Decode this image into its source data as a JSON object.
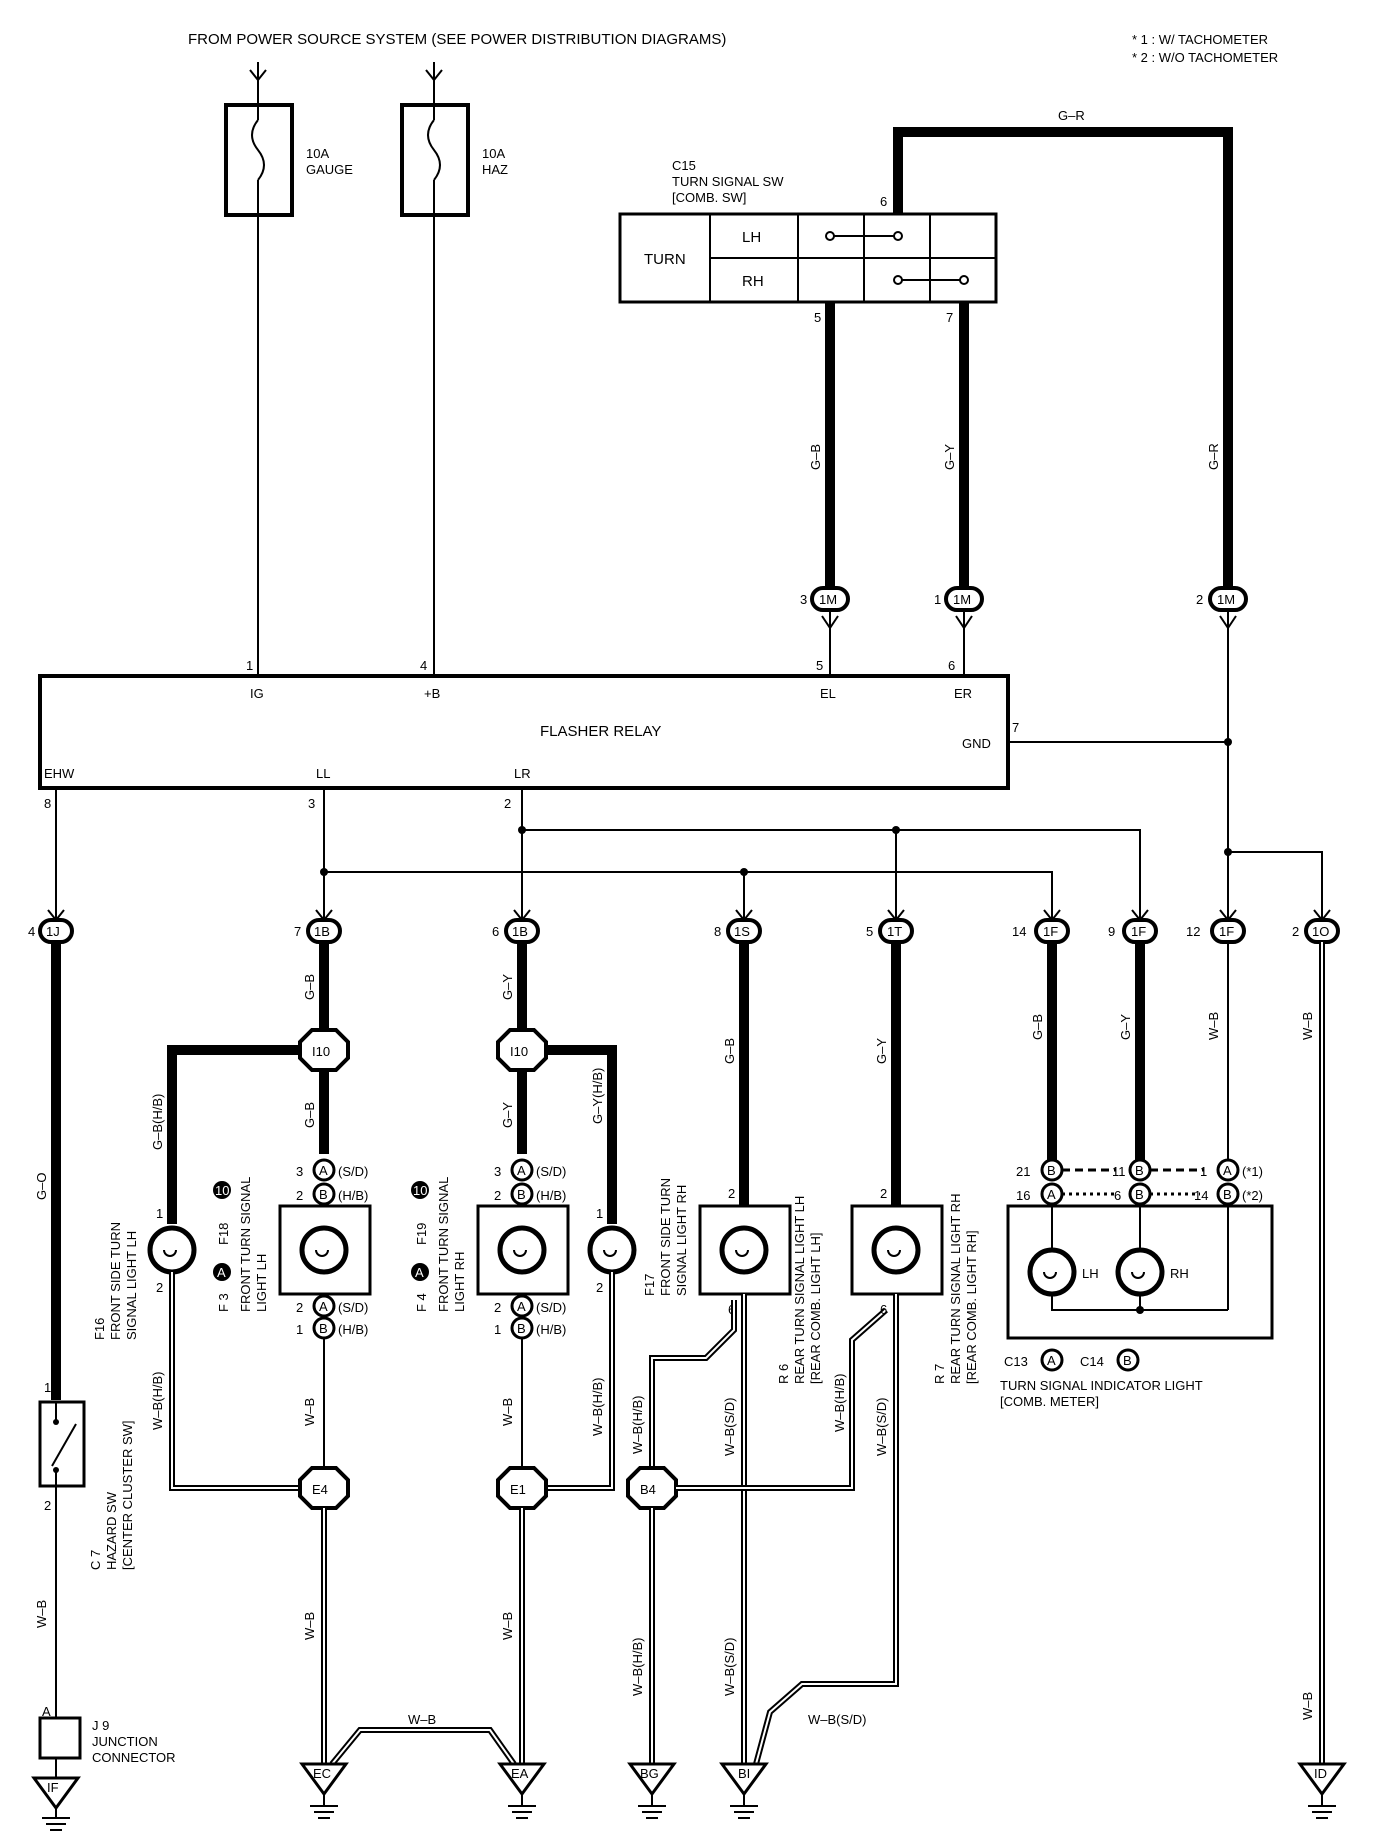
{
  "header": {
    "power_source": "FROM POWER SOURCE SYSTEM (SEE POWER DISTRIBUTION DIAGRAMS)",
    "note1": "* 1 : W/ TACHOMETER",
    "note2": "* 2 : W/O TACHOMETER"
  },
  "fuses": [
    {
      "rating": "10A",
      "name": "GAUGE"
    },
    {
      "rating": "10A",
      "name": "HAZ"
    }
  ],
  "turn_switch": {
    "code": "C15",
    "name": "TURN SIGNAL SW",
    "sub": "[COMB. SW]",
    "label": "TURN",
    "lh": "LH",
    "rh": "RH",
    "pin_top": "6",
    "pin_left": "5",
    "pin_right": "7"
  },
  "wire_colors": {
    "gr": "G–R",
    "gb": "G–B",
    "gy": "G–Y",
    "wb": "W–B",
    "go": "G–O",
    "gbhb": "G–B(H/B)",
    "gyhb": "G–Y(H/B)",
    "wbhb": "W–B(H/B)",
    "wbsd": "W–B(S/D)"
  },
  "connectors": {
    "m1": "1M",
    "j1": "1J",
    "b1": "1B",
    "s1": "1S",
    "t1": "1T",
    "f1": "1F",
    "o1": "1O",
    "i10": "I10",
    "e4": "E4",
    "e1": "E1",
    "b4": "B4",
    "a": "A",
    "b": "B"
  },
  "pins": {
    "p1": "1",
    "p2": "2",
    "p3": "3",
    "p4": "4",
    "p5": "5",
    "p6": "6",
    "p7": "7",
    "p8": "8",
    "p9": "9",
    "p11": "11",
    "p12": "12",
    "p14": "14",
    "p16": "16",
    "p21": "21"
  },
  "relay": {
    "name": "FLASHER RELAY",
    "ig": "IG",
    "b": "+B",
    "el": "EL",
    "er": "ER",
    "gnd": "GND",
    "ehw": "EHW",
    "ll": "LL",
    "lr": "LR"
  },
  "variants": {
    "sd": "(S/D)",
    "hb": "(H/B)",
    "star1": "(*1)",
    "star2": "(*2)"
  },
  "components": {
    "f16_code": "F16",
    "f16_l1": "FRONT SIDE TURN",
    "f16_l2": "SIGNAL LIGHT LH",
    "f18_code": "F18",
    "f3_code": "F 3",
    "front_lh_l1": "FRONT TURN SIGNAL",
    "front_lh_l2": "LIGHT LH",
    "f19_code": "F19",
    "f4_code": "F 4",
    "front_rh_l1": "FRONT TURN SIGNAL",
    "front_rh_l2": "LIGHT RH",
    "f17_code": "F17",
    "f17_l1": "FRONT SIDE TURN",
    "f17_l2": "SIGNAL LIGHT RH",
    "r6_code": "R 6",
    "r6_l1": "REAR TURN SIGNAL LIGHT LH",
    "r6_l2": "[REAR COMB. LIGHT LH]",
    "r7_code": "R 7",
    "r7_l1": "REAR TURN SIGNAL LIGHT RH",
    "r7_l2": "[REAR COMB. LIGHT RH]",
    "c7_code": "C 7",
    "c7_l1": "HAZARD SW",
    "c7_l2": "[CENTER CLUSTER SW]",
    "meter_c13": "C13",
    "meter_c14": "C14",
    "meter_l1": "TURN SIGNAL INDICATOR LIGHT",
    "meter_l2": "[COMB. METER]",
    "meter_lh": "LH",
    "meter_rh": "RH",
    "j9_code": "J 9",
    "j9_l1": "JUNCTION",
    "j9_l2": "CONNECTOR",
    "code_circle_10": "10",
    "code_circle_a": "A"
  },
  "grounds": {
    "if": "IF",
    "ec": "EC",
    "ea": "EA",
    "bg": "BG",
    "bi": "BI",
    "id": "ID"
  }
}
